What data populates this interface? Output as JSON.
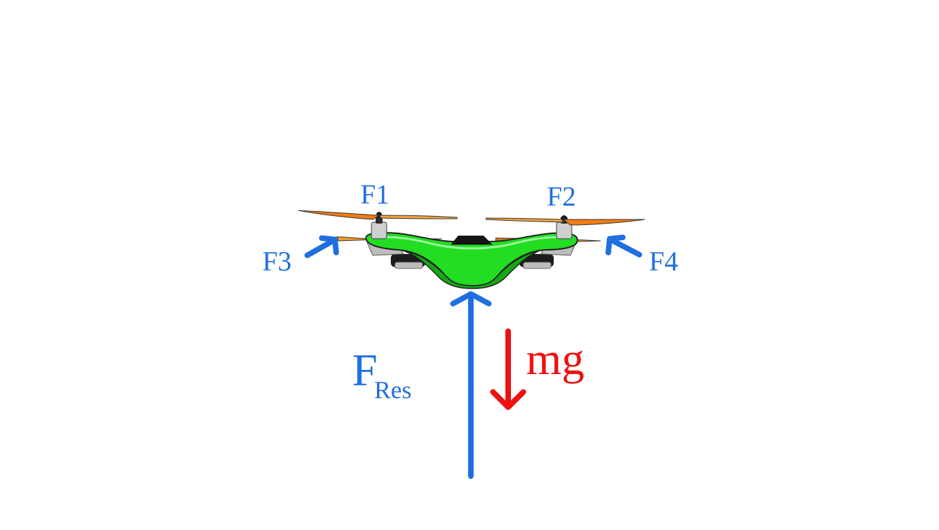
{
  "labels": {
    "f1": "F1",
    "f2": "F2",
    "f3": "F3",
    "f4": "F4",
    "fres_main": "F",
    "fres_sub": "Res",
    "mg": "mg"
  },
  "colors": {
    "force_blue": "#1f6fe0",
    "gravity_red": "#ee1111",
    "body_green": "#22dd22",
    "body_green_dark": "#15a815",
    "propeller_orange": "#f08a1a",
    "motor_gray": "#c8c8c8",
    "dark_part": "#2a2a2a"
  },
  "icons": {
    "drone": "quadcopter-drone-icon"
  }
}
